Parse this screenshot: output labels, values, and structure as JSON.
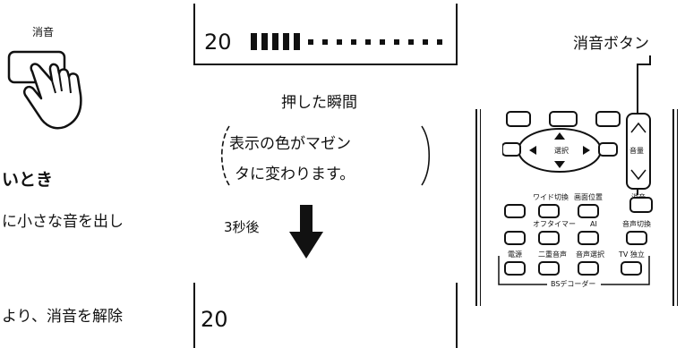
{
  "hand": {
    "label": "消音"
  },
  "left_text": {
    "heading_fragment": "いとき",
    "line1": "に小さな音を出し",
    "line2": "より、消音を解除"
  },
  "display_top": {
    "number": "20",
    "level_filled_fraction": 0.38
  },
  "display_bottom": {
    "number": "20"
  },
  "center": {
    "pressed_caption": "押した瞬間",
    "note_line1": "表示の色がマゼン",
    "note_line2": "タに変わります。",
    "after_caption": "3秒後"
  },
  "remote": {
    "callout": "消音ボタン",
    "labels": {
      "mute": "消音",
      "volume": "音量",
      "select": "選択",
      "row2_a": "ワイド切換",
      "row2_b": "画面位置",
      "row3_a": "オフタイマー",
      "row3_b": "AI",
      "row3_c": "音声切換",
      "row4_a": "電源",
      "row4_b": "二重音声",
      "row4_c": "音声選択",
      "row4_d": "TV 独立",
      "bs_decoder": "BSデコーダー"
    }
  }
}
